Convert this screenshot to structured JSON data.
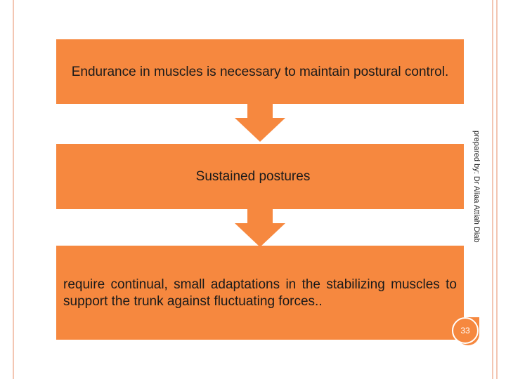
{
  "slide": {
    "box1_text": "Endurance in muscles is necessary to maintain postural control.",
    "box2_text": "Sustained postures",
    "box3_text": "require continual, small adaptations in the stabilizing muscles to support the trunk against fluctuating forces..",
    "side_label": "prepared by: Dr Aliaa Attiah Diab",
    "page_number": "33"
  },
  "colors": {
    "box_fill": "#f6883f",
    "frame_line": "#f3c6b3",
    "arrow_fill": "#f6883f"
  },
  "icons": [
    "down-arrow-icon",
    "down-arrow-icon"
  ]
}
